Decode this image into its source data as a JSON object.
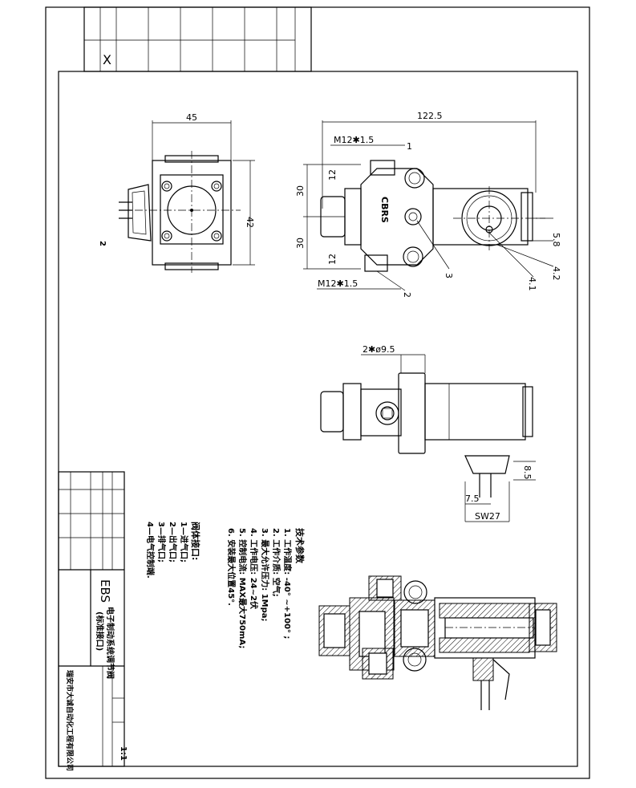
{
  "drawing": {
    "labels": {
      "dim_45": "45",
      "dim_42": "42",
      "dim_26": "2",
      "dim_1225": "122.5",
      "m12_top": "M12✱1.5",
      "m12_bottom": "M12✱1.5",
      "dim_30a": "30",
      "dim_30b": "30",
      "dim_12a": "12",
      "dim_12b": "12",
      "dim_58": "5.8",
      "dim_41": "4.1",
      "dim_42b": "4.2",
      "callout_1": "1",
      "callout_2": "2",
      "callout_3": "3",
      "dim_2x95": "2✱ø9.5",
      "dim_85": "8.5",
      "dim_75": "7.5",
      "dim_sw27": "SW27",
      "brand_mark": "CBRS"
    },
    "technical_requirements": {
      "title": "技术参数",
      "items": [
        "1. 工作温度: -40° ~+100° ;",
        "2. 工作介质: 空气;",
        "3. 最大允许压力: 1Mpa;",
        "4. 工作电压: 24~2伏",
        "5. 控制电流: MAX最大750mA;",
        "6. 安装最大位置45°."
      ]
    },
    "ports": {
      "title": "阀体接口:",
      "items": [
        "1—进气口;",
        "2—出气口;",
        "3—排气口;",
        "4—电气控制端."
      ]
    },
    "title_block": {
      "product_code": "EBS",
      "product_name": "电子制动系统调节阀",
      "product_sub": "(标准接口)",
      "scale": "1:1",
      "company": "瑞安市大诚自动化工程有限公司"
    },
    "revision_strip": {
      "mark": "X"
    }
  }
}
